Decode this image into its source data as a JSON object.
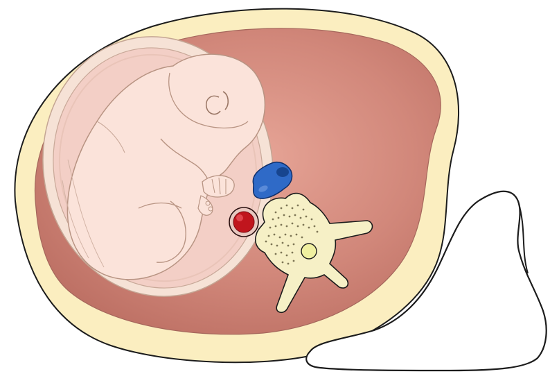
{
  "figure": {
    "colors": {
      "background": "#ffffff",
      "skin_fill": "#fbeec0",
      "outline": "#1c1c1c",
      "cavity_light": "#e6a496",
      "cavity_mid": "#d1877a",
      "cavity_dark": "#bd7064",
      "uterus_wall": "#f6e2d6",
      "amniotic_fill": "#f3cfc6",
      "fetus_fill": "#fbe3da",
      "fetus_line": "#b89483",
      "vena_cava": "#2f6ac7",
      "vena_cava_lumen": "#17458f",
      "aorta": "#c0151d",
      "aorta_ring": "#e8c8c0",
      "vertebra_fill": "#f6f0c6",
      "vertebra_dots": "#7d7555",
      "spinal_canal": "#f0f0a0",
      "pillow_fill": "#ffffff"
    },
    "parts": [
      {
        "name": "abdominal-wall",
        "icon": "body-outline"
      },
      {
        "name": "peritoneal-cavity",
        "icon": "cavity"
      },
      {
        "name": "uterus",
        "icon": "uterus"
      },
      {
        "name": "fetus",
        "icon": "fetus"
      },
      {
        "name": "inferior-vena-cava",
        "icon": "vein"
      },
      {
        "name": "aorta",
        "icon": "artery"
      },
      {
        "name": "vertebra",
        "icon": "vertebra"
      },
      {
        "name": "spinal-canal",
        "icon": "spinal-cord"
      },
      {
        "name": "wedge-pillow",
        "icon": "pillow"
      }
    ]
  }
}
